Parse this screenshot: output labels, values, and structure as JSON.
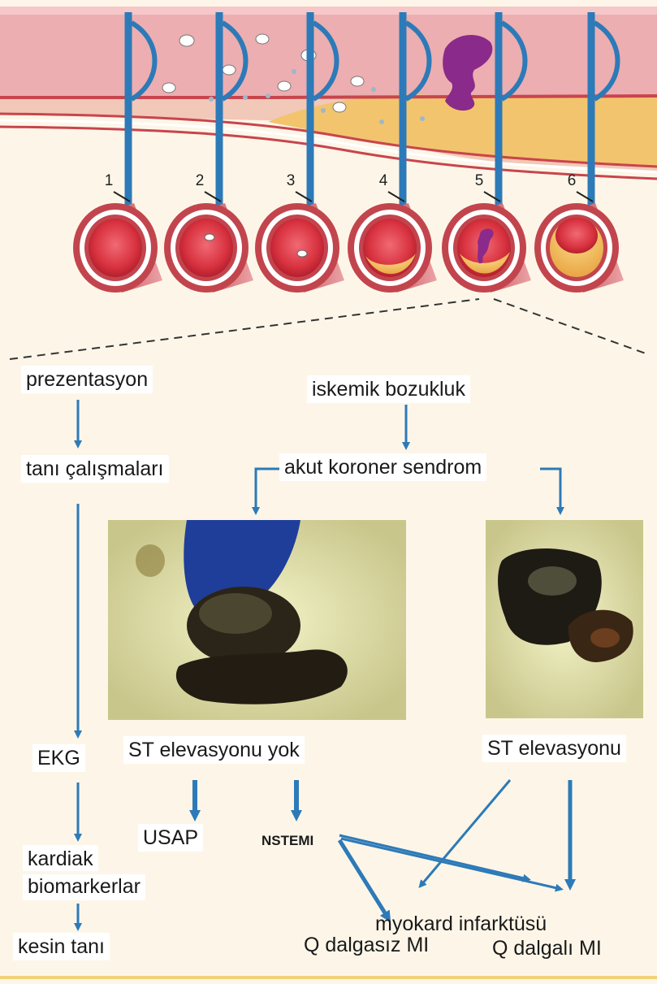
{
  "stage_numbers": [
    "1",
    "2",
    "3",
    "4",
    "5",
    "6"
  ],
  "flow_left": {
    "presentation": "prezentasyon",
    "diagnostics": "tanı çalışmaları",
    "ecg": "EKG",
    "biomarkers_line1": "kardiak",
    "biomarkers_line2": "biomarkerlar",
    "final": "kesin tanı"
  },
  "flow_right": {
    "ischemic": "iskemik bozukluk",
    "acs": "akut koroner sendrom",
    "no_st": "ST elevasyonu yok",
    "st": "ST elevasyonu",
    "usap": "USAP",
    "nstemi": "NSTEMI",
    "mi": "myokard infarktüsü",
    "non_q_mi": "Q dalgasız MI",
    "q_mi": "Q dalgalı MI"
  },
  "colors": {
    "arrow": "#2d7ab8",
    "vessel": "#e6a3a6",
    "plaque": "#f3c46e",
    "thrombus": "#8a2a8a",
    "wall_ring": "#c2454d"
  }
}
